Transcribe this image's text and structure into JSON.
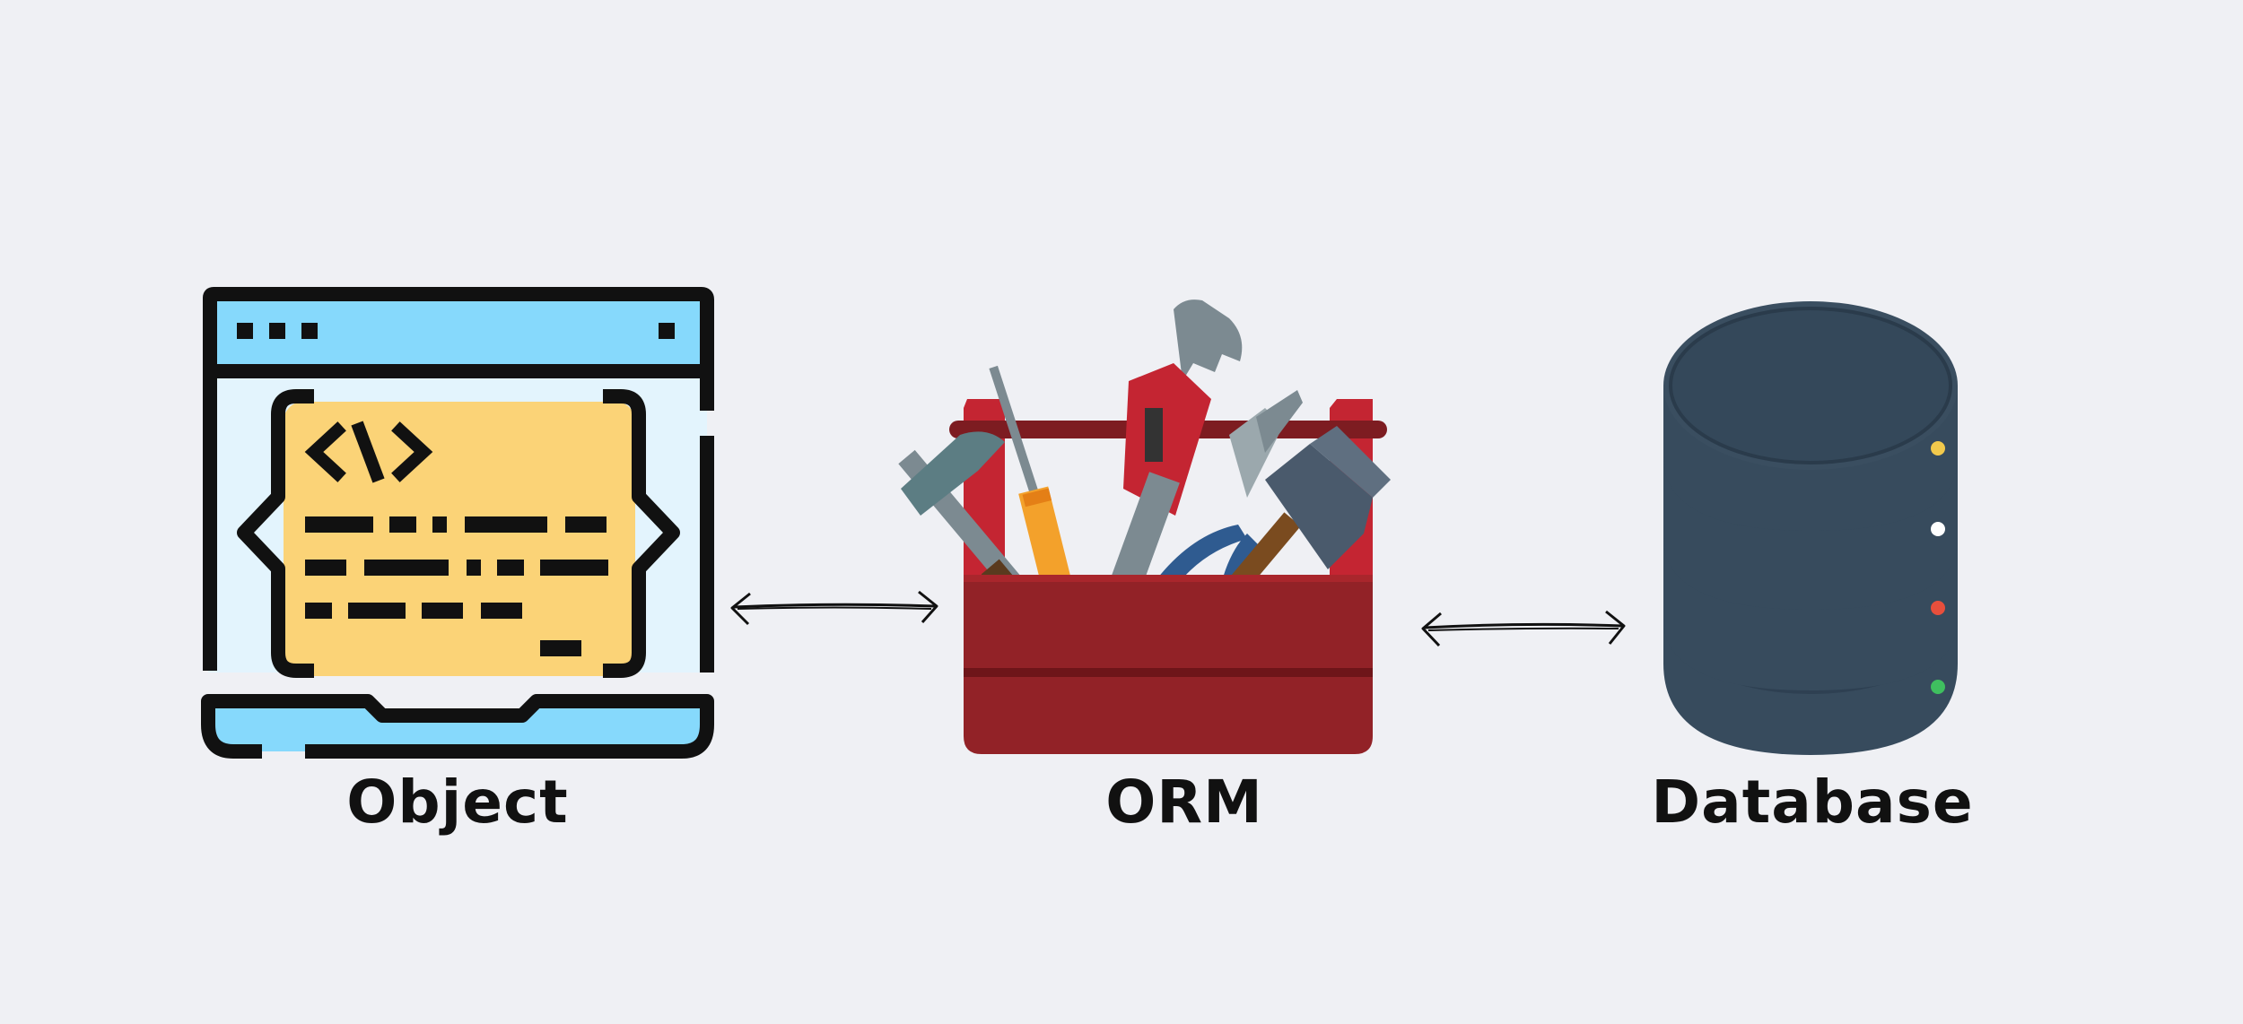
{
  "nodes": [
    {
      "id": "object",
      "label": "Object",
      "icon": "code-window-icon"
    },
    {
      "id": "orm",
      "label": "ORM",
      "icon": "toolbox-icon"
    },
    {
      "id": "database",
      "label": "Database",
      "icon": "database-icon"
    }
  ],
  "edges": [
    {
      "from": "object",
      "to": "orm",
      "direction": "bidirectional"
    },
    {
      "from": "orm",
      "to": "database",
      "direction": "bidirectional"
    }
  ],
  "colors": {
    "background": "#eff0f4",
    "outline": "#111111",
    "window_bar": "#86d9fc",
    "window_body": "#e3f4fd",
    "code_panel": "#fbd377",
    "toolbox_red": "#922227",
    "toolbox_red_light": "#c42532",
    "database_dark": "#374b5d",
    "database_light": "#86d6f8"
  }
}
